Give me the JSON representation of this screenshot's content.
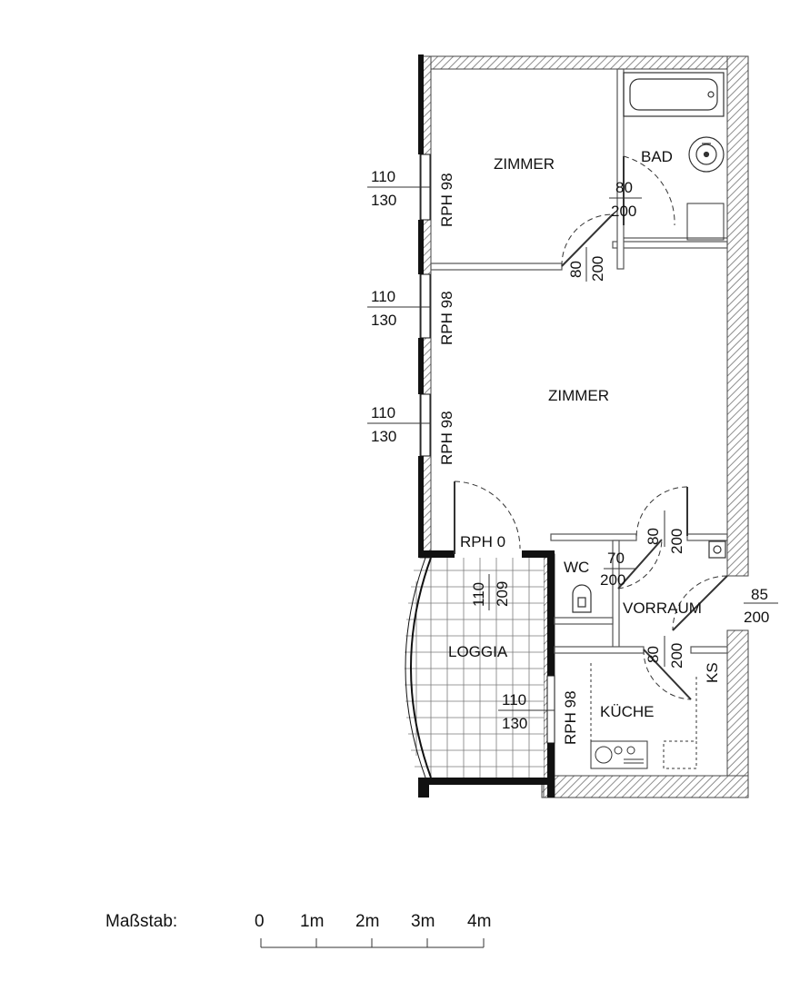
{
  "rooms": {
    "zimmer_1": "ZIMMER",
    "zimmer_2": "ZIMMER",
    "bad": "BAD",
    "wc": "WC",
    "vorraum": "VORRAUM",
    "loggia": "LOGGIA",
    "kueche": "KÜCHE",
    "ks": "KS"
  },
  "windows": [
    {
      "width": "110",
      "height": "130",
      "rph": "RPH 98"
    },
    {
      "width": "110",
      "height": "130",
      "rph": "RPH 98"
    },
    {
      "width": "110",
      "height": "130",
      "rph": "RPH 98"
    },
    {
      "width": "110",
      "height": "130",
      "rph": "RPH 98"
    }
  ],
  "loggia_door": {
    "width": "110",
    "height": "209",
    "rph": "RPH 0"
  },
  "doors": {
    "bad": {
      "width": "80",
      "height": "200"
    },
    "zimmer": {
      "width": "80",
      "height": "200"
    },
    "wc_side": {
      "width": "80",
      "height": "200"
    },
    "wc": {
      "width": "70",
      "height": "200"
    },
    "entrance": {
      "width": "85",
      "height": "200"
    },
    "kueche": {
      "width": "80",
      "height": "200"
    }
  },
  "scale": {
    "label": "Maßstab:",
    "ticks": [
      "0",
      "1m",
      "2m",
      "3m",
      "4m"
    ]
  },
  "colors": {
    "wall": "#8a8a8a",
    "wall_fill": "#ffffff",
    "hatch": "#9a9a9a",
    "window_edge": "#111111",
    "line": "#333333"
  }
}
